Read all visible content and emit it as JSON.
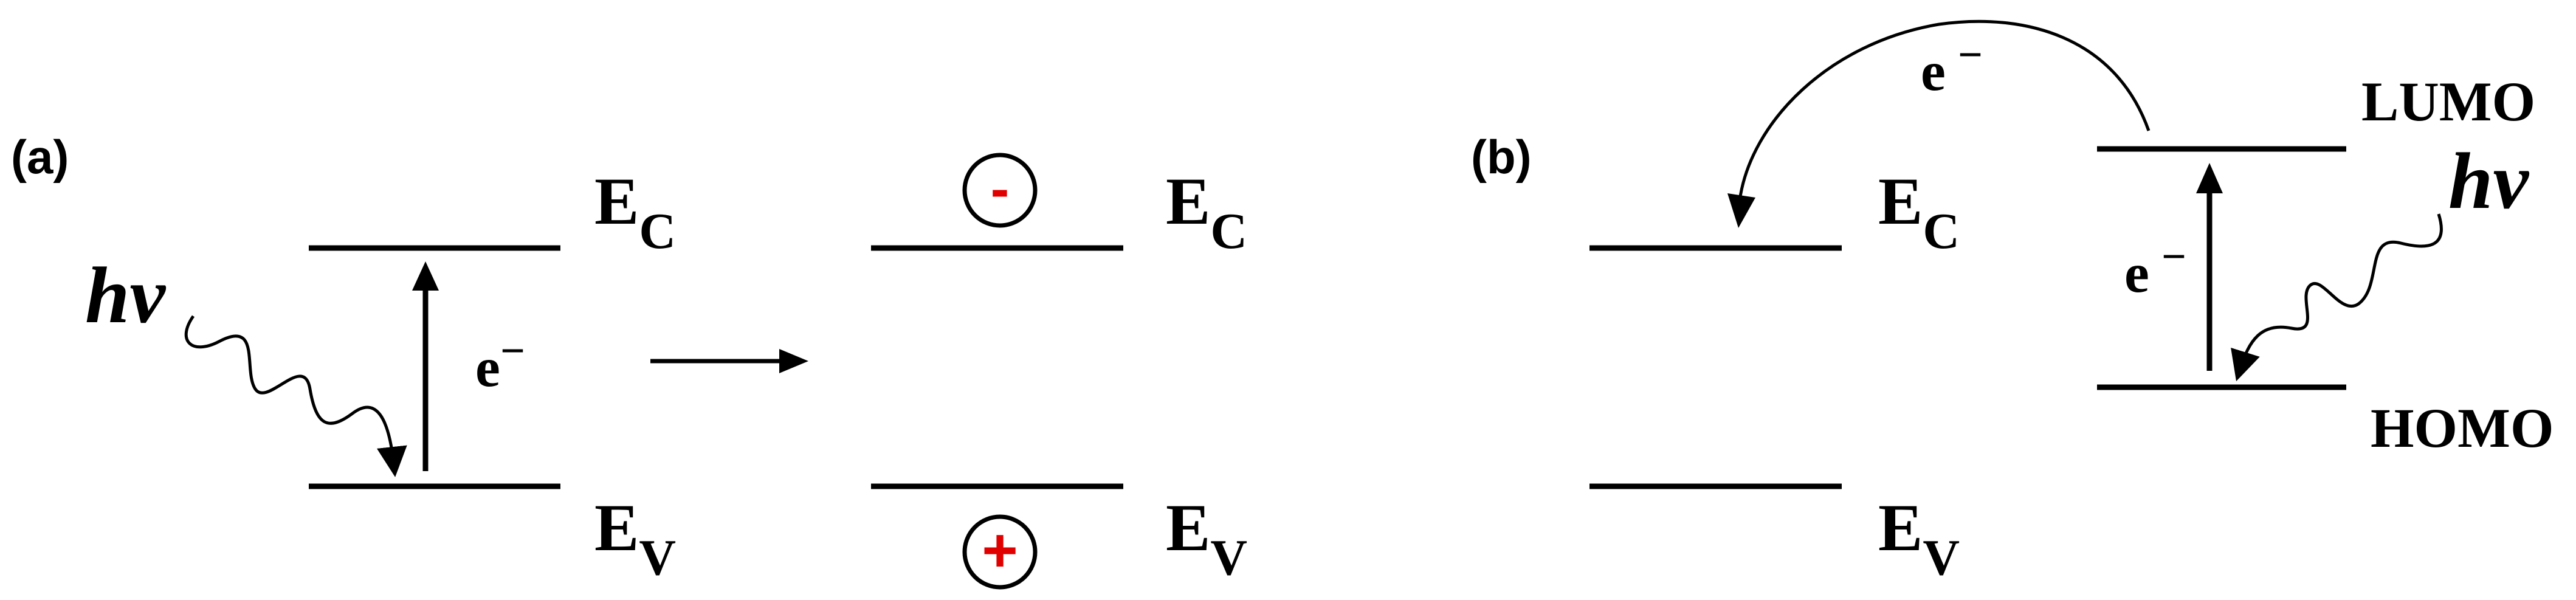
{
  "panels": {
    "a": {
      "label": "(a)"
    },
    "b": {
      "label": "(b)"
    }
  },
  "energy": {
    "ec_main": "E",
    "ec_sub": "C",
    "ev_main": "E",
    "ev_sub": "V",
    "lumo": "LUMO",
    "homo": "HOMO"
  },
  "photon": {
    "label": "hν"
  },
  "electron": {
    "e_main": "e",
    "e_sup": "−"
  },
  "carriers": {
    "electron_sign": "-",
    "hole_sign": "+"
  },
  "colors": {
    "line": "#000000",
    "carrier_sign": "#e00000"
  }
}
